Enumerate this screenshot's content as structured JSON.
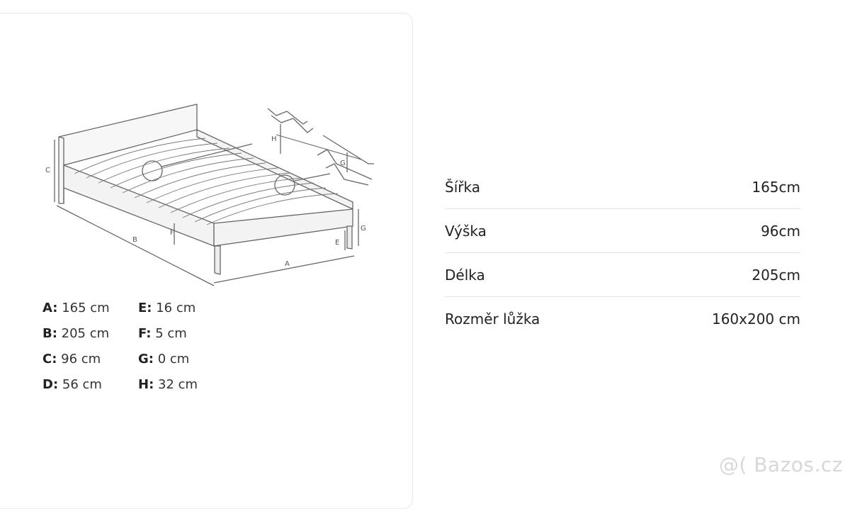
{
  "diagram": {
    "labels": {
      "a": "A",
      "b": "B",
      "c": "C",
      "e": "E",
      "f": "F",
      "g": "G",
      "h": "H"
    }
  },
  "dimensions": [
    {
      "key": "A:",
      "value": " 165 cm"
    },
    {
      "key": "E:",
      "value": " 16 cm"
    },
    {
      "key": "B:",
      "value": " 205 cm"
    },
    {
      "key": "F:",
      "value": " 5 cm"
    },
    {
      "key": "C:",
      "value": " 96 cm"
    },
    {
      "key": "G:",
      "value": " 0 cm"
    },
    {
      "key": "D:",
      "value": " 56 cm"
    },
    {
      "key": "H:",
      "value": " 32 cm"
    }
  ],
  "specs": [
    {
      "label": "Šířka",
      "value": "165cm"
    },
    {
      "label": "Výška",
      "value": "96cm"
    },
    {
      "label": "Délka",
      "value": "205cm"
    },
    {
      "label": "Rozměr lůžka",
      "value": "160x200 cm"
    }
  ],
  "watermark": "@( Bazos.cz"
}
